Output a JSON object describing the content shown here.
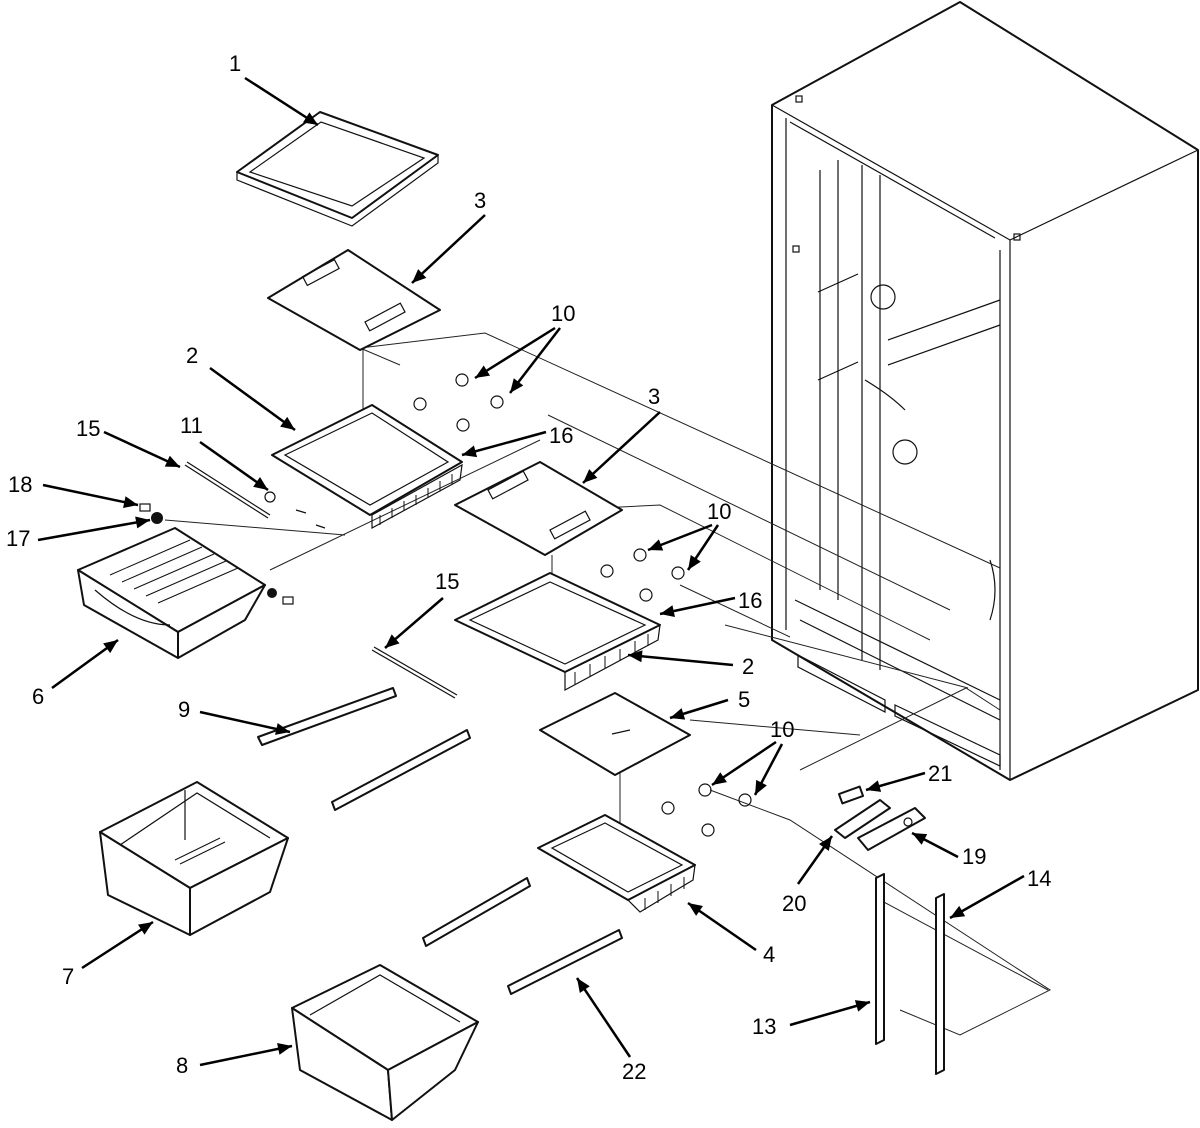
{
  "callouts": [
    {
      "id": "c1",
      "label": "1"
    },
    {
      "id": "c2a",
      "label": "2"
    },
    {
      "id": "c2b",
      "label": "2"
    },
    {
      "id": "c3a",
      "label": "3"
    },
    {
      "id": "c3b",
      "label": "3"
    },
    {
      "id": "c4",
      "label": "4"
    },
    {
      "id": "c5",
      "label": "5"
    },
    {
      "id": "c6",
      "label": "6"
    },
    {
      "id": "c7",
      "label": "7"
    },
    {
      "id": "c8",
      "label": "8"
    },
    {
      "id": "c9",
      "label": "9"
    },
    {
      "id": "c10a",
      "label": "10"
    },
    {
      "id": "c10b",
      "label": "10"
    },
    {
      "id": "c10c",
      "label": "10"
    },
    {
      "id": "c11",
      "label": "11"
    },
    {
      "id": "c13",
      "label": "13"
    },
    {
      "id": "c14",
      "label": "14"
    },
    {
      "id": "c15a",
      "label": "15"
    },
    {
      "id": "c15b",
      "label": "15"
    },
    {
      "id": "c16a",
      "label": "16"
    },
    {
      "id": "c16b",
      "label": "16"
    },
    {
      "id": "c17",
      "label": "17"
    },
    {
      "id": "c18",
      "label": "18"
    },
    {
      "id": "c19",
      "label": "19"
    },
    {
      "id": "c20",
      "label": "20"
    },
    {
      "id": "c21",
      "label": "21"
    },
    {
      "id": "c22",
      "label": "22"
    }
  ],
  "colors": {
    "line": "#111111",
    "background": "#ffffff"
  }
}
